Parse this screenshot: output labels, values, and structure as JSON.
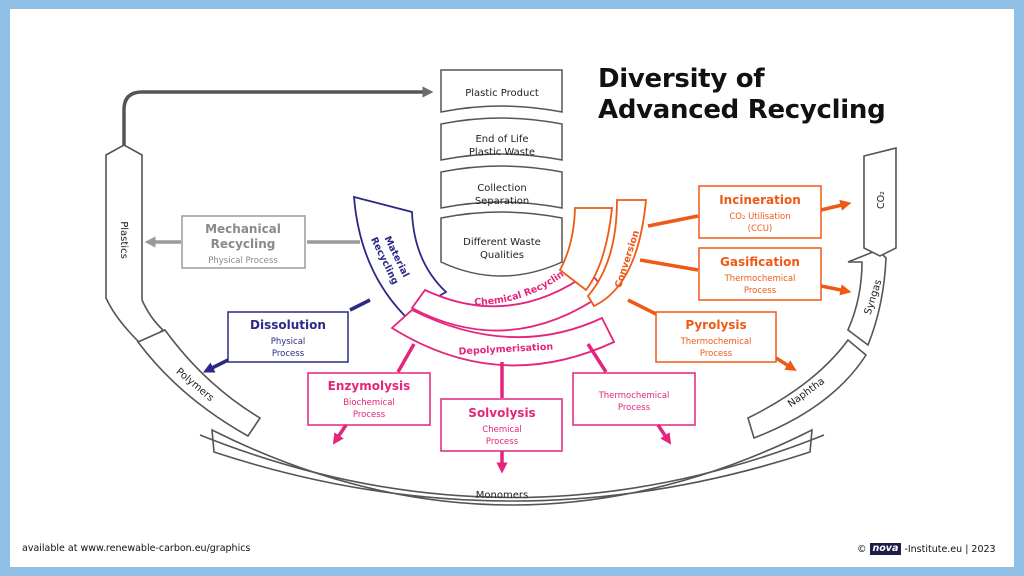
{
  "title": {
    "line1": "Diversity of",
    "line2": "Advanced Recycling"
  },
  "stack": {
    "plastic_product": "Plastic Product",
    "end_of_life_1": "End of Life",
    "end_of_life_2": "Plastic Waste",
    "collection_1": "Collection",
    "collection_2": "Separation",
    "waste_1": "Different Waste",
    "waste_2": "Qualities"
  },
  "mechanical": {
    "title_1": "Mechanical",
    "title_2": "Recycling",
    "subtitle": "Physical Process"
  },
  "arcs": {
    "material_1": "Material",
    "material_2": "Recycling",
    "chemical": "Chemical Recycling",
    "conversion": "Conversion",
    "depolymerisation": "Depolymerisation"
  },
  "dissolution": {
    "title": "Dissolution",
    "sub_1": "Physical",
    "sub_2": "Process"
  },
  "enzymolysis": {
    "title": "Enzymolysis",
    "sub_1": "Biochemical",
    "sub_2": "Process"
  },
  "solvolysis": {
    "title": "Solvolysis",
    "sub_1": "Chemical",
    "sub_2": "Process"
  },
  "thermochemical": {
    "sub_1": "Thermochemical",
    "sub_2": "Process"
  },
  "incineration": {
    "title": "Incineration",
    "sub_1": "CO₂ Utilisation",
    "sub_2": "(CCU)"
  },
  "gasification": {
    "title": "Gasification",
    "sub_1": "Thermochemical",
    "sub_2": "Process"
  },
  "pyrolysis": {
    "title": "Pyrolysis",
    "sub_1": "Thermochemical",
    "sub_2": "Process"
  },
  "outer": {
    "plastics": "Plastics",
    "polymers": "Polymers",
    "monomers": "Monomers",
    "naphtha": "Naphtha",
    "syngas": "Syngas",
    "co2": "CO₂"
  },
  "footer": {
    "left": "available at www.renewable-carbon.eu/graphics",
    "copyright": "©",
    "nova": "nova",
    "suffix": "-Institute.eu | 2023"
  },
  "colors": {
    "gray": "#6d6d6d",
    "light_gray": "#9a9a9a",
    "navy": "#2b2a86",
    "magenta": "#e5247c",
    "orange": "#ee5a16",
    "background": "#8ec0e8"
  }
}
